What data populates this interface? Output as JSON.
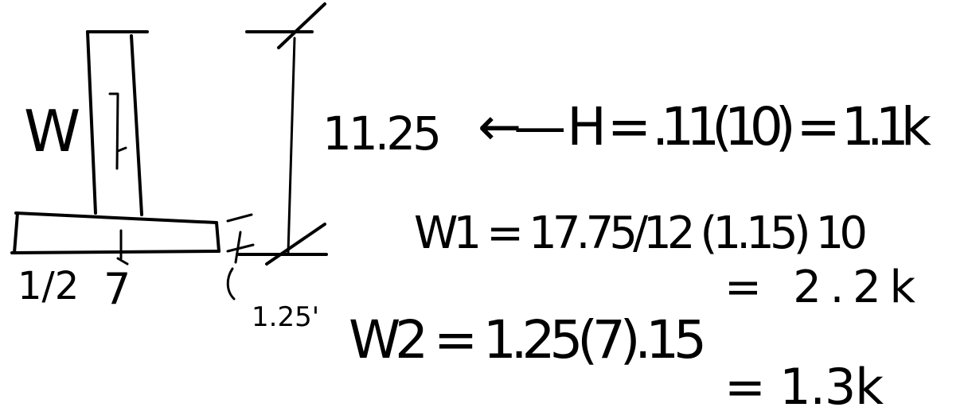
{
  "colors": {
    "ink": "#000000",
    "paper": "#ffffff"
  },
  "sketch": {
    "stem_load_label": "W",
    "stem_force_label": "H",
    "height_dim": "11.25",
    "base_thickness_dim": "1.25'",
    "heel_dim": "1/2",
    "toe_dim": "7"
  },
  "equations": {
    "line1": "←— H = .11(10) = 1.1k",
    "line2": "W1 = 17.75/12 (1.15) 10",
    "line3": "= 2.2k",
    "line4": "W2 = 1.25(7).15",
    "line5": "= 1.3k"
  }
}
